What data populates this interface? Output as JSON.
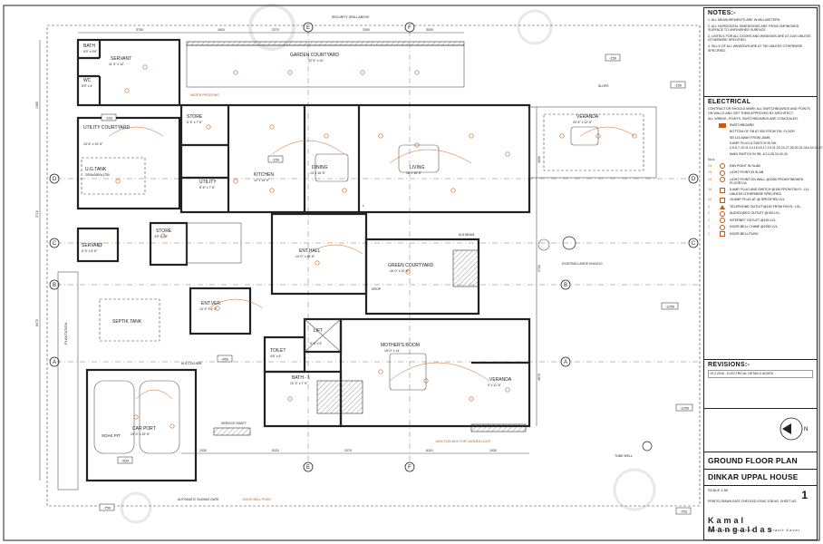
{
  "drawing": {
    "grid_labels": [
      "A",
      "B",
      "C",
      "D",
      "E",
      "F"
    ],
    "levels": [
      "-150",
      "-150",
      "-150",
      "-1250",
      "-450",
      "-500",
      "-750",
      "-750",
      "-1250",
      "-150"
    ],
    "dimensions": [
      "3750",
      "1620",
      "2270",
      "2300",
      "3000",
      "2430",
      "5115",
      "2075",
      "6110",
      "1930",
      "1385",
      "2710",
      "8475",
      "2700",
      "4875",
      "4000"
    ],
    "rooms": [
      {
        "id": "bath-top",
        "name": "BATH",
        "size": "5'9\" x 9'9\""
      },
      {
        "id": "servant-top",
        "name": "SERVANT",
        "size": "11' 6\" x 10'"
      },
      {
        "id": "wc",
        "name": "WC",
        "size": "5'9\" x 4'"
      },
      {
        "id": "garden",
        "name": "GARDEN COURTYARD",
        "size": "32' 6\" x 10'"
      },
      {
        "id": "utility-court",
        "name": "UTILITY COURTYARD",
        "size": "13' 6\" x 15' 6\""
      },
      {
        "id": "store-top",
        "name": "STORE",
        "size": "6' 6\" x 7' 6\""
      },
      {
        "id": "kitchen",
        "name": "KITCHEN",
        "size": "12' x 15' 9\""
      },
      {
        "id": "utility",
        "name": "UTILITY",
        "size": "8' 6\" x 7' 6\""
      },
      {
        "id": "dining",
        "name": "DINING",
        "size": "14' x 16' 6\""
      },
      {
        "id": "living",
        "name": "LIVING",
        "size": "18' x 16' 6\""
      },
      {
        "id": "veranda-top",
        "name": "VERANDA",
        "size": "20' 6\" x 12' 6\""
      },
      {
        "id": "ug-tank",
        "name": "U.G.TANK",
        "size": "2000x2500x1750"
      },
      {
        "id": "servant-left",
        "name": "SERVANT",
        "size": "6' 6\" x 6' 6\""
      },
      {
        "id": "store-mid",
        "name": "STORE",
        "size": "4'9\" x 7'6\""
      },
      {
        "id": "ent-hall",
        "name": "ENT.HALL",
        "size": "14' 0\" x 15' 6\""
      },
      {
        "id": "green-court",
        "name": "GREEN COURTYARD",
        "size": "16' 0\" x 10' 6\""
      },
      {
        "id": "septik",
        "name": "SEPTIK TANK",
        "size": ""
      },
      {
        "id": "ent-ver",
        "name": "ENT.VER.",
        "size": "10' 9\" x 8' 3\""
      },
      {
        "id": "lift",
        "name": "LIFT",
        "size": "5' 6\" x 5'"
      },
      {
        "id": "mothers",
        "name": "MOTHER'S ROOM",
        "size": "19' 0\" x 14'"
      },
      {
        "id": "toilet",
        "name": "TOILET",
        "size": "4'6\" x 6'"
      },
      {
        "id": "bath1",
        "name": "BATH - 1",
        "size": "10' 3\" x 7' 9\""
      },
      {
        "id": "veranda-bot",
        "name": "VERANDA",
        "size": "9' x 11' 6\""
      },
      {
        "id": "carport",
        "name": "CAR PORT",
        "size": "19' 3\" x 19' 6\""
      }
    ],
    "annotations": [
      "PLANTATION",
      "SOAK PIT",
      "M.S.COLUMN",
      "TUBE WELL",
      "EXISTING LARGE KHAJOO",
      "AUTOMATIC SLIDING GATE",
      "SECURITY GRILL ABOVE",
      "WATER PROOFING",
      "JUNCTION BOX FOR GARDEN LIGHT",
      "SERVICE SHAFT",
      "SLOPE",
      "DROP",
      "L",
      "M.S.BEAM",
      "DOOR BELL PUSH"
    ]
  },
  "notes": {
    "title": "NOTES:-",
    "items": [
      "1. ALL MEASUREMENTS ARE IN MILLIMETERS.",
      "2. ALL HORIZONTAL DIMENSIONS ARE FROM UNFINISHED SURFACE TO UNFINISHED SURFACE",
      "3. LINTELS FOR ALL DOORS AND WINDOWS ARE AT 2100 UNLESS OTHERWISE SPECIFIED.",
      "4. SILLS OF ALL WINDOWS ARE AT 750 UNLESS OTHERWISE SPECIFIED."
    ]
  },
  "electrical": {
    "title": "ELECTRICAL",
    "intro": "CONTRACTOR SHOULD MARK ALL SWITCHBOARDS AND POINTS ON WALLS AND GET THEM APPROVED BY ARCHITECT.",
    "note": "ALL WIRING, POINTS, SWITCHBOARDS ARE CONCEALED.",
    "switchboard": "SWITCHBOARD",
    "switchboard_desc": "BOTTOM OF SB AT 900 FROM FIN. FLOOR",
    "switchboard_desc2": "SB 115 AWAY FROM JAMB",
    "sb_plug": "5 AMP. PLUG & SWITCH IN SB- 2,5,6,7,10,11,14,15,16,17,19,21,23,24,27,28,30,31,31a,34,35,37,39,40,41,42,45",
    "main_switch": "MAIN SWITCH IN SB- 8,14,28,34,40,43",
    "no_label": "No.s",
    "legend": [
      {
        "code": "23",
        "sym": "ring",
        "label": "FAN POINT IN SLAB"
      },
      {
        "code": "75",
        "sym": "ring",
        "label": "LIGHT POINT IN SLAB"
      },
      {
        "code": "14",
        "sym": "ring",
        "label": "LIGHT POINT ON WALL @2350 FROM FINISHED FLOOR LVL"
      },
      {
        "code": "34",
        "sym": "sq",
        "label": "5 AMP. PLUG AND SWITCH @150 FROM FIN.FL. LVL. UNLESS OTHERWISE SPECIFIED"
      },
      {
        "code": "22",
        "sym": "sq",
        "label": "15 AMP. PLUG AT @ SPECIFIED LVL"
      },
      {
        "code": "3",
        "sym": "tri",
        "label": "TELEPHONE OUTLET@150 FROM FIN.FL. LVL."
      },
      {
        "code": "2",
        "sym": "ring",
        "label": "AUDIOVIDEO OUTLET @150 LVL."
      },
      {
        "code": "2",
        "sym": "ring",
        "label": "INTERNET OUTLET @150 LVL."
      },
      {
        "code": "2",
        "sym": "ring",
        "label": "DOOR BELL CHIME @2350 LVL."
      },
      {
        "code": "2",
        "sym": "sq",
        "label": "DOOR BELL PUSH"
      }
    ]
  },
  "revisions": {
    "title": "REVISIONS:-",
    "entry": "19.2.2016 - ELECTRICAL DETAILS ADDED"
  },
  "north": "N",
  "title_block": {
    "sheet_title": "GROUND FLOOR PLAN",
    "project": "DINKAR UPPAL HOUSE",
    "scale": "SCALE 1:50",
    "sheet_no": "1",
    "meta": [
      "PRINTS",
      "DRAWN",
      "DATE",
      "CHECKED",
      "ISSUE",
      "JOB NO.",
      "SHEET NO."
    ],
    "firm": "Kamal Mangaldas",
    "partners": [
      "Kartikeya Shodhan",
      "Pranit Kaver"
    ]
  }
}
